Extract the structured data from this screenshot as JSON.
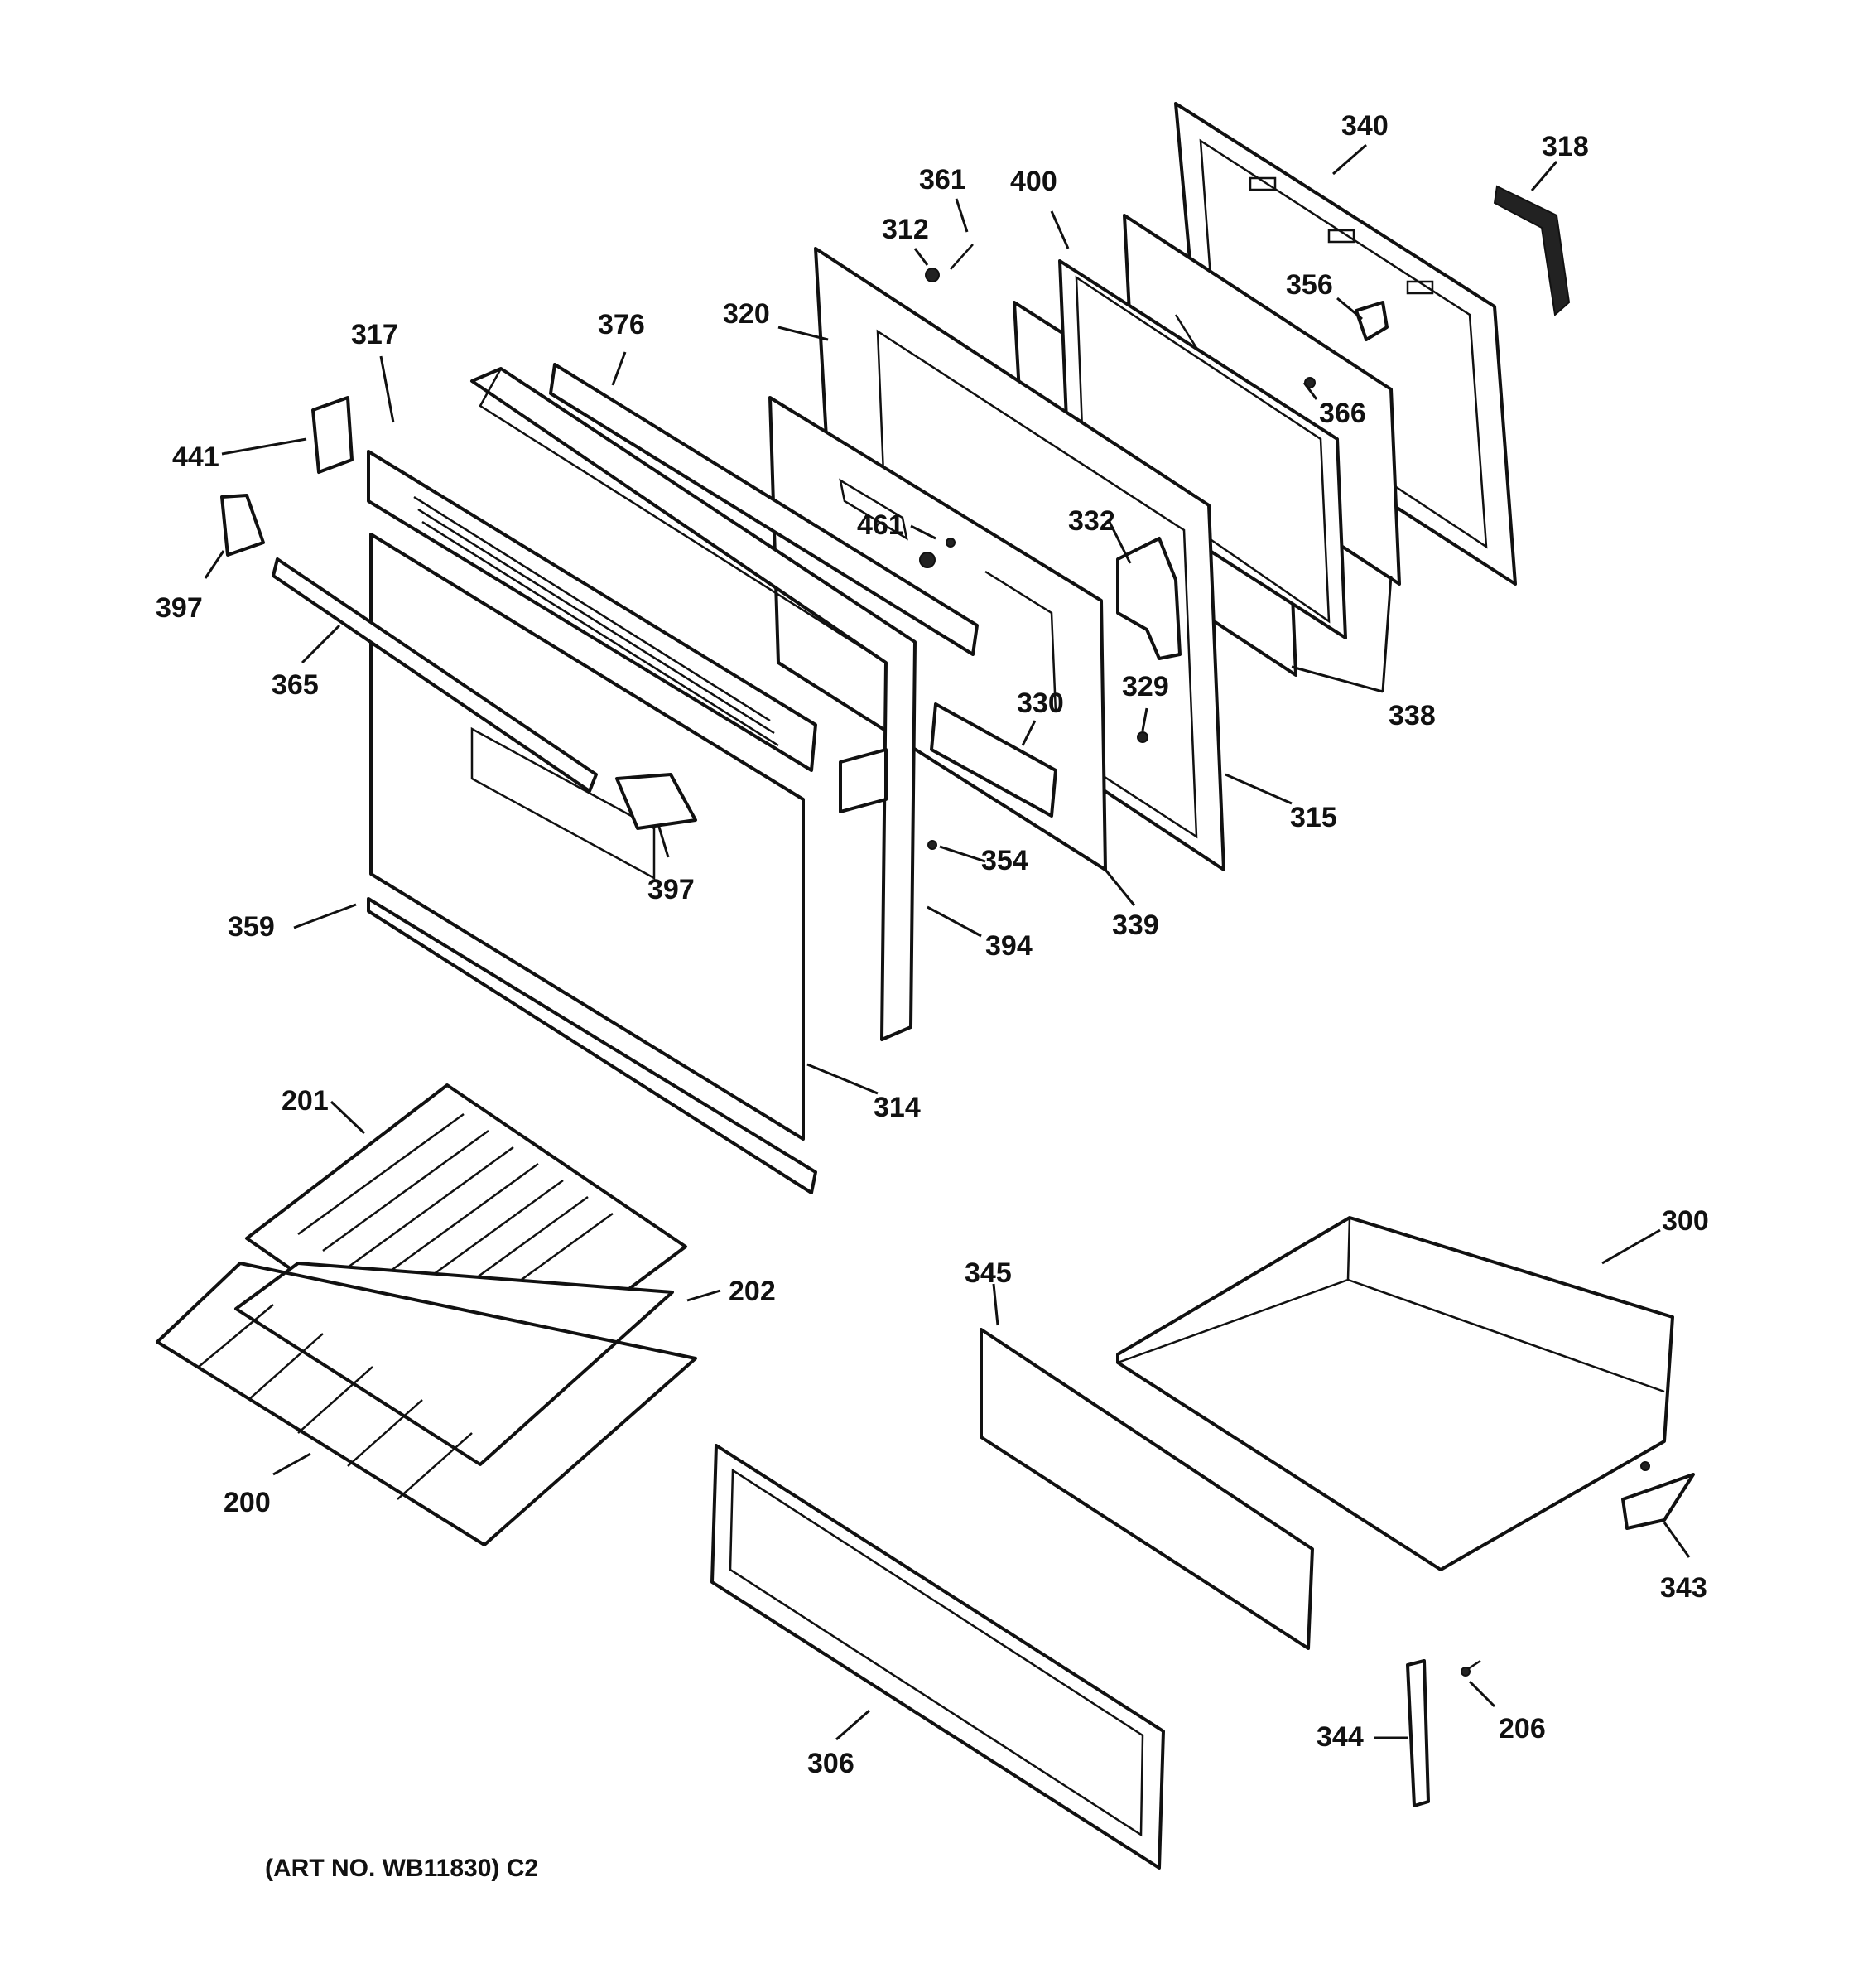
{
  "caption": "(ART NO. WB11830) C2",
  "labels": {
    "p340": "340",
    "p318": "318",
    "p361": "361",
    "p400": "400",
    "p312": "312",
    "p356": "356",
    "p320": "320",
    "p376": "376",
    "p317": "317",
    "p366": "366",
    "p441": "441",
    "p461": "461",
    "p332": "332",
    "p397a": "397",
    "p397b": "397",
    "p365": "365",
    "p330": "330",
    "p329": "329",
    "p338": "338",
    "p315": "315",
    "p354": "354",
    "p339": "339",
    "p359": "359",
    "p394": "394",
    "p314": "314",
    "p201": "201",
    "p300": "300",
    "p345": "345",
    "p202": "202",
    "p200": "200",
    "p343": "343",
    "p306": "306",
    "p344": "344",
    "p206": "206"
  }
}
